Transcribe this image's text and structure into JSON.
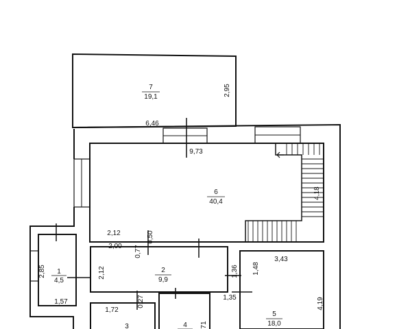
{
  "rooms": [
    {
      "number": "7",
      "area": "19,1"
    },
    {
      "number": "6",
      "area": "40,4"
    },
    {
      "number": "1",
      "area": "4,5"
    },
    {
      "number": "2",
      "area": "9,9"
    },
    {
      "number": "3",
      "area": ""
    },
    {
      "number": "4",
      "area": ""
    },
    {
      "number": "5",
      "area": "18,0"
    }
  ],
  "dims": [
    "2,95",
    "6,46",
    "9,73",
    "4,18",
    "2,12",
    "2,00",
    "0,77",
    "0,50",
    "2,85",
    "2,12",
    "1,36",
    "1,48",
    "3,43",
    "1,57",
    "1,72",
    "0,27",
    "1,35",
    "4,19",
    "71"
  ]
}
